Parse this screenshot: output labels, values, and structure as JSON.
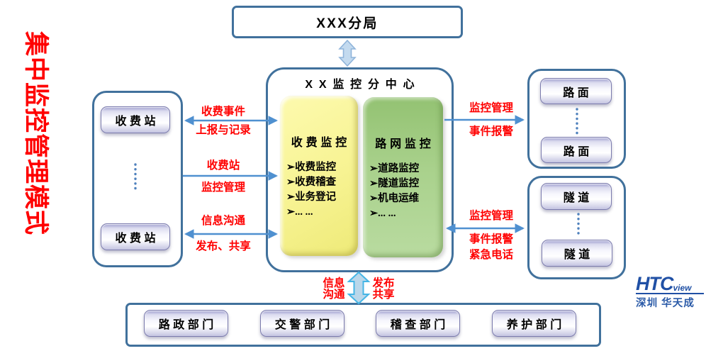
{
  "diagram_title": "集中监控管理模式",
  "top_box": {
    "label": "XXX分局"
  },
  "center_box": {
    "title": "XX监控分中心",
    "toll_card": {
      "title": "收费监控",
      "items": [
        "➢收费监控",
        "➢收费稽查",
        "➢业务登记",
        "➢... ..."
      ]
    },
    "road_card": {
      "title": "路网监控",
      "items": [
        "➢道路监控",
        "➢隧道监控",
        "➢机电运维",
        "➢... ..."
      ]
    }
  },
  "left_box": {
    "top_button": "收费站",
    "bottom_button": "收费站"
  },
  "right_top_box": {
    "top_button": "路面",
    "bottom_button": "路面"
  },
  "right_bottom_box": {
    "top_button": "隧道",
    "bottom_button": "隧道"
  },
  "bottom_box": {
    "buttons": [
      "路政部门",
      "交警部门",
      "稽查部门",
      "养护部门"
    ]
  },
  "arrow_labels": {
    "left_top": [
      "收费事件",
      "上报与记录"
    ],
    "left_middle": [
      "收费站",
      "监控管理"
    ],
    "left_bottom": [
      "信息沟通",
      "发布、共享"
    ],
    "right_top": [
      "监控管理",
      "事件报警"
    ],
    "right_bottom": [
      "监控管理",
      "事件报警",
      "紧急电话"
    ],
    "bottom_left": [
      "信息",
      "沟通"
    ],
    "bottom_right": [
      "发布",
      "共享"
    ]
  },
  "logo": {
    "brand": "HTC",
    "brand_suffix": "view",
    "company": "深圳 华天成"
  },
  "colors": {
    "red_label": "#ff0000",
    "box_border": "#41719c",
    "thin_arrow": "#4f90d0",
    "block_arrow_fill": "#c3daef",
    "block_arrow_cyan_stroke": "#45b5e5",
    "toll_card_fill": "#f7f392",
    "road_card_fill": "#a9d18c",
    "button_fill": "#d8d8ee",
    "logo_blue": "#2050a5"
  }
}
